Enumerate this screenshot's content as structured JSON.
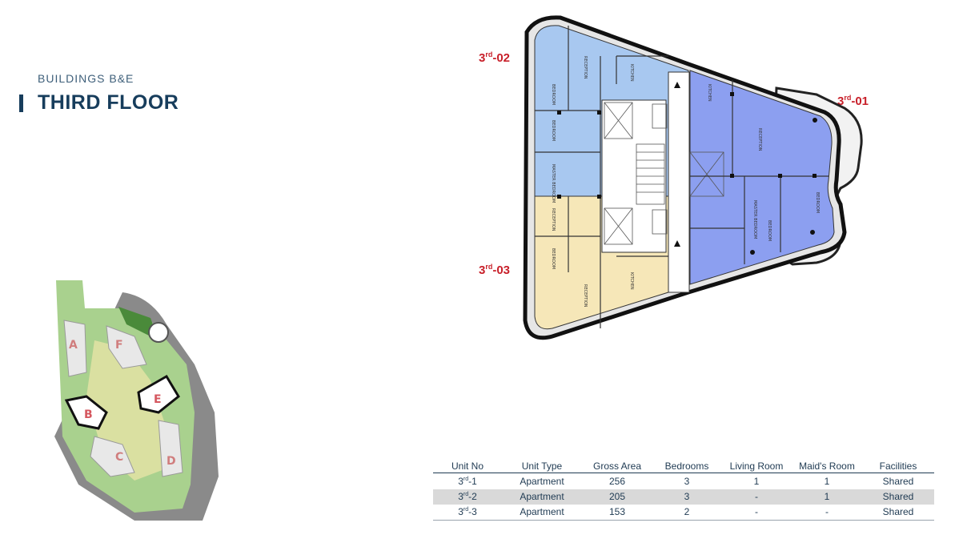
{
  "header": {
    "subtitle": "BUILDINGS  B&E",
    "title": "THIRD FLOOR"
  },
  "plan": {
    "units": [
      {
        "base": "3",
        "sup": "rd",
        "suffix": "-02"
      },
      {
        "base": "3",
        "sup": "rd",
        "suffix": "-01"
      },
      {
        "base": "3",
        "sup": "rd",
        "suffix": "-03"
      }
    ],
    "room_labels": [
      "RECEPTION",
      "KITCHEN",
      "BEDROOM",
      "MASTER BEDROOM",
      "BEDROOM",
      "RECEPTION",
      "KITCHEN",
      "BEDROOM",
      "RECEPTION",
      "MASTER BEDROOM",
      "BEDROOM",
      "RECEPTION",
      "KITCHEN",
      "BEDROOM"
    ],
    "colors": {
      "unit_01": "#8c9ff0",
      "unit_02": "#a8c8f0",
      "unit_03": "#f6e7b8",
      "label": "#c8202a"
    }
  },
  "site_map": {
    "buildings": [
      "A",
      "F",
      "B",
      "E",
      "C",
      "D"
    ],
    "colors": {
      "highlight": "#c8202a",
      "green": "#7bb661",
      "road": "#777777"
    }
  },
  "table": {
    "headers": [
      "Unit No",
      "Unit Type",
      "Gross Area",
      "Bedrooms",
      "Living Room",
      "Maid's Room",
      "Facilities"
    ],
    "rows": [
      {
        "unit_base": "3",
        "unit_sup": "rd",
        "unit_suffix": "-1",
        "type": "Apartment",
        "area": "256",
        "bedrooms": "3",
        "living": "1",
        "maid": "1",
        "facilities": "Shared"
      },
      {
        "unit_base": "3",
        "unit_sup": "rd",
        "unit_suffix": "-2",
        "type": "Apartment",
        "area": "205",
        "bedrooms": "3",
        "living": "-",
        "maid": "1",
        "facilities": "Shared"
      },
      {
        "unit_base": "3",
        "unit_sup": "rd",
        "unit_suffix": "-3",
        "type": "Apartment",
        "area": "153",
        "bedrooms": "2",
        "living": "-",
        "maid": "-",
        "facilities": "Shared"
      }
    ]
  }
}
